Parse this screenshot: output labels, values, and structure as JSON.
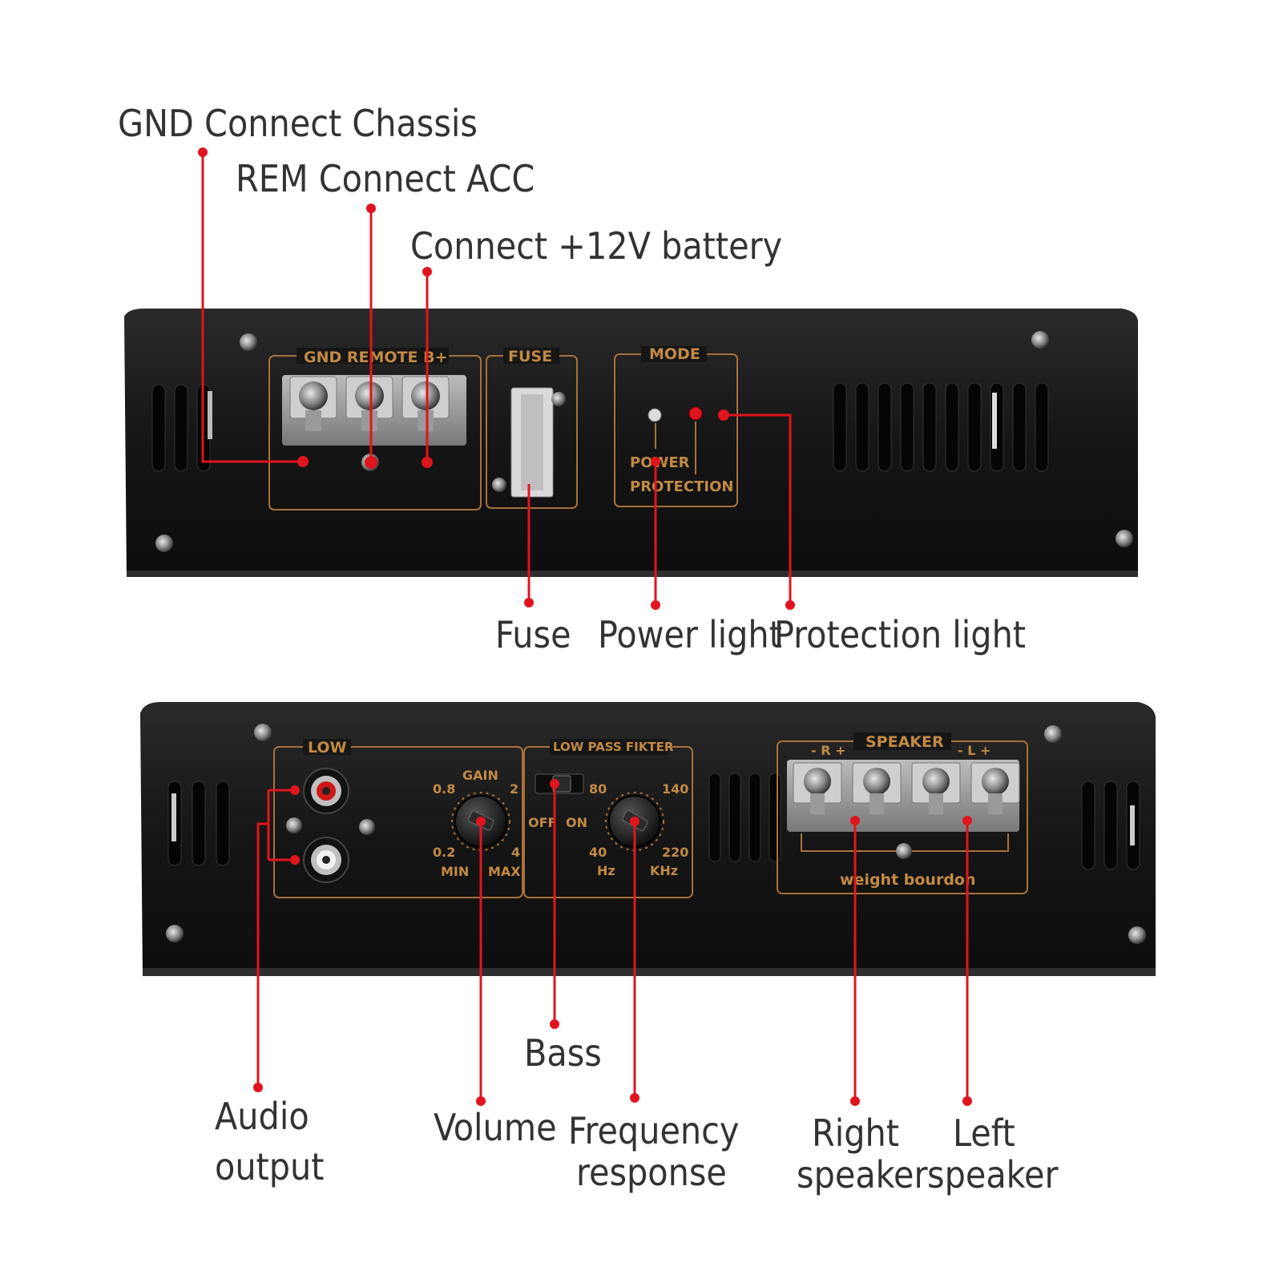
{
  "top_panel": {
    "callouts": {
      "gnd": "GND Connect Chassis",
      "rem": "REM Connect ACC",
      "battery": "Connect +12V battery",
      "fuse": "Fuse",
      "power_light": "Power light",
      "protection_light": "Protection light"
    },
    "printed": {
      "terminal_label": "GND REMOTE B+",
      "fuse_label": "FUSE",
      "mode_label": "MODE",
      "power": "POWER",
      "protection": "PROTECTION"
    }
  },
  "bottom_panel": {
    "callouts": {
      "audio_output_1": "Audio",
      "audio_output_2": "output",
      "volume": "Volume",
      "bass": "Bass",
      "freq_1": "Frequency",
      "freq_2": "response",
      "right_1": "Right",
      "right_2": "speaker",
      "left_1": "Left",
      "left_2": "speaker"
    },
    "printed": {
      "low": "LOW",
      "gain": "GAIN",
      "gain_08": "0.8",
      "gain_2": "2",
      "gain_02": "0.2",
      "gain_4": "4",
      "min": "MIN",
      "max": "MAX",
      "lpf": "LOW PASS FIKTER",
      "off": "OFF",
      "on": "ON",
      "f80": "80",
      "f140": "140",
      "f40": "40",
      "f220": "220",
      "hz": "Hz",
      "khz": "KHz",
      "speaker": "SPEAKER",
      "r_pol": "- R +",
      "l_pol": "- L +",
      "brand": "weight bourdon"
    }
  },
  "colors": {
    "panel": "#161616",
    "panel_edge": "#2a2a2a",
    "print": "#c28a45",
    "callout_line": "#e0141e",
    "callout_text": "#333333"
  }
}
